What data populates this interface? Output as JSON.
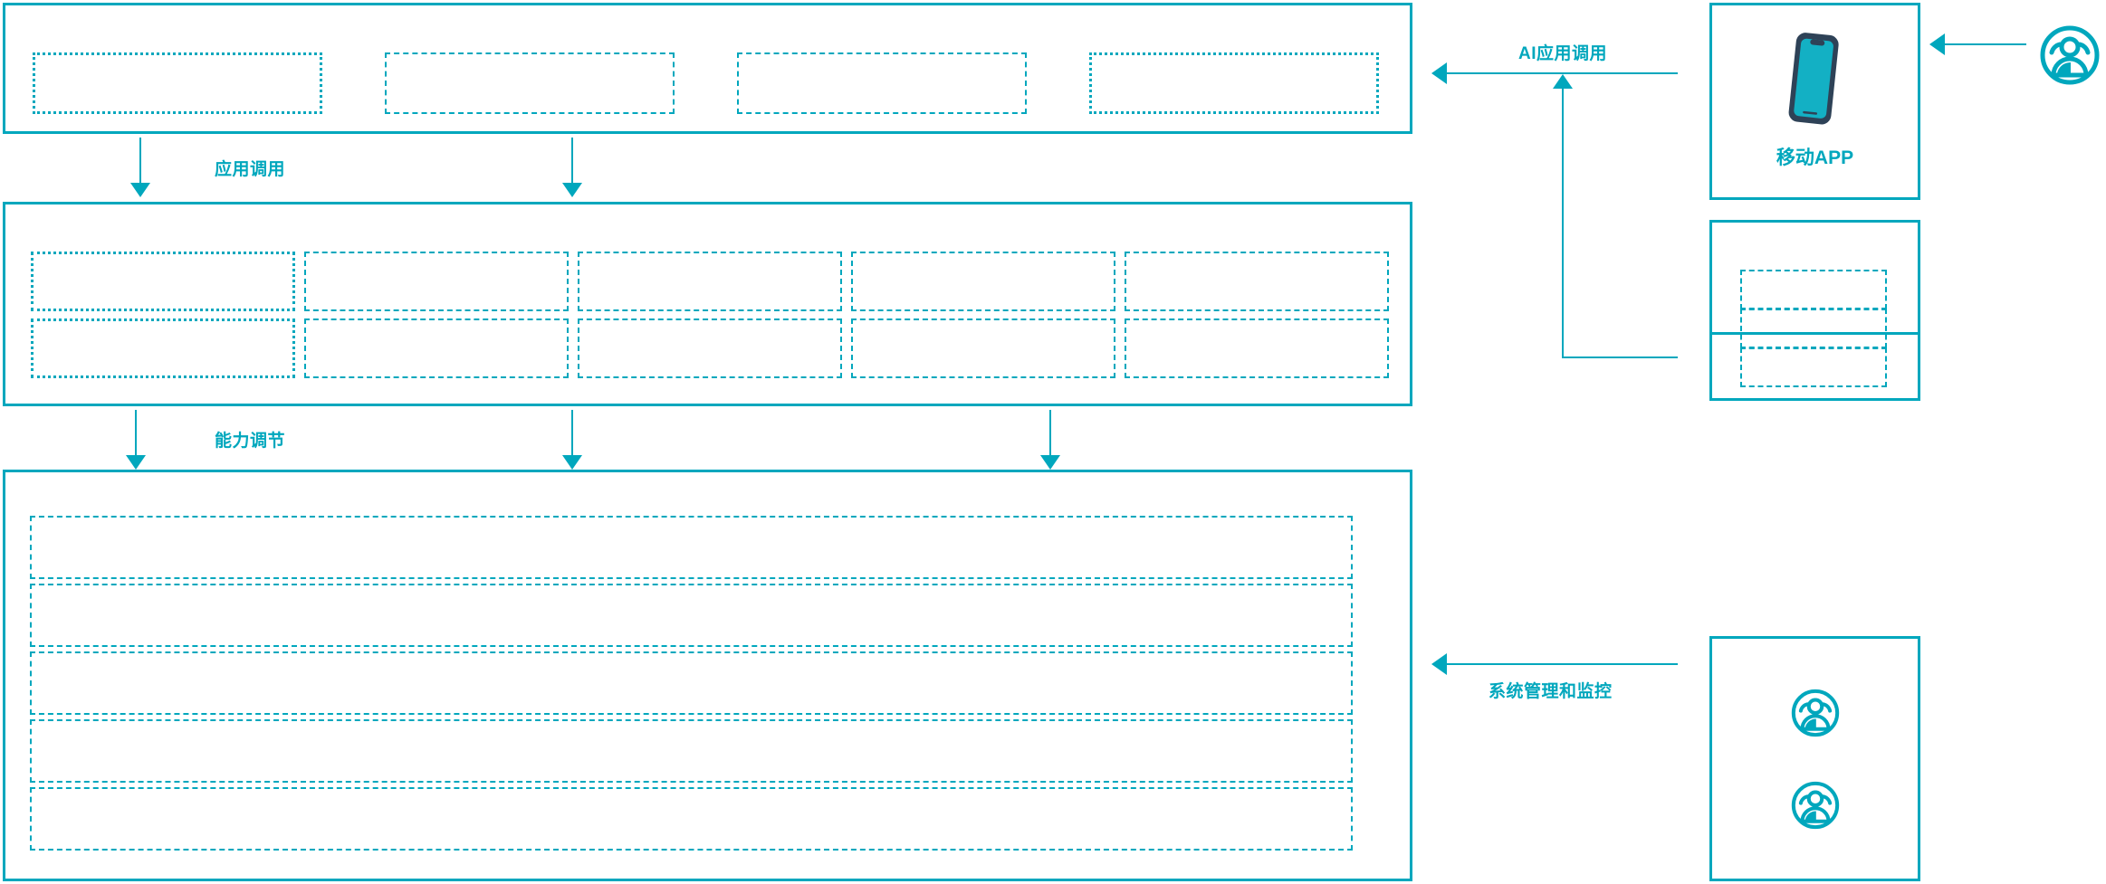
{
  "theme": {
    "accent": "#00a7bd",
    "phone_body": "#2e4257",
    "phone_screen": "#13b0c4",
    "background": "#ffffff"
  },
  "diagram": {
    "type": "architecture-layer-diagram",
    "title": "",
    "layers": [
      {
        "id": "application-layer",
        "name": "application-layer",
        "slots": [
          {
            "label": ""
          },
          {
            "label": ""
          },
          {
            "label": ""
          },
          {
            "label": ""
          }
        ]
      },
      {
        "id": "capability-layer",
        "name": "capability-layer",
        "rows": 2,
        "columns": 5,
        "slots": [
          {
            "label": ""
          },
          {
            "label": ""
          },
          {
            "label": ""
          },
          {
            "label": ""
          },
          {
            "label": ""
          },
          {
            "label": ""
          },
          {
            "label": ""
          },
          {
            "label": ""
          },
          {
            "label": ""
          },
          {
            "label": ""
          }
        ]
      },
      {
        "id": "platform-layer",
        "name": "platform-layer",
        "slots": [
          {
            "label": ""
          },
          {
            "label": ""
          },
          {
            "label": ""
          },
          {
            "label": ""
          },
          {
            "label": ""
          }
        ]
      }
    ],
    "connectors": [
      {
        "id": "app-call",
        "label": "应用调用",
        "direction": "down"
      },
      {
        "id": "capability-adj",
        "label": "能力调节",
        "direction": "down"
      },
      {
        "id": "ai-app-call",
        "label": "AI应用调用",
        "direction": "left"
      },
      {
        "id": "sys-admin-mon",
        "label": "系统管理和监控",
        "direction": "left"
      }
    ],
    "actors": [
      {
        "id": "mobile-app",
        "label": "移动APP",
        "icon": "mobile-phone-icon"
      },
      {
        "id": "channel-node",
        "label": "",
        "slots": [
          {
            "label": ""
          },
          {
            "label": ""
          },
          {
            "label": ""
          }
        ]
      },
      {
        "id": "operations-node",
        "label": "",
        "icons": [
          "users-group-icon",
          "users-group-icon"
        ]
      },
      {
        "id": "end-user",
        "label": "",
        "icon": "users-group-icon"
      }
    ]
  }
}
